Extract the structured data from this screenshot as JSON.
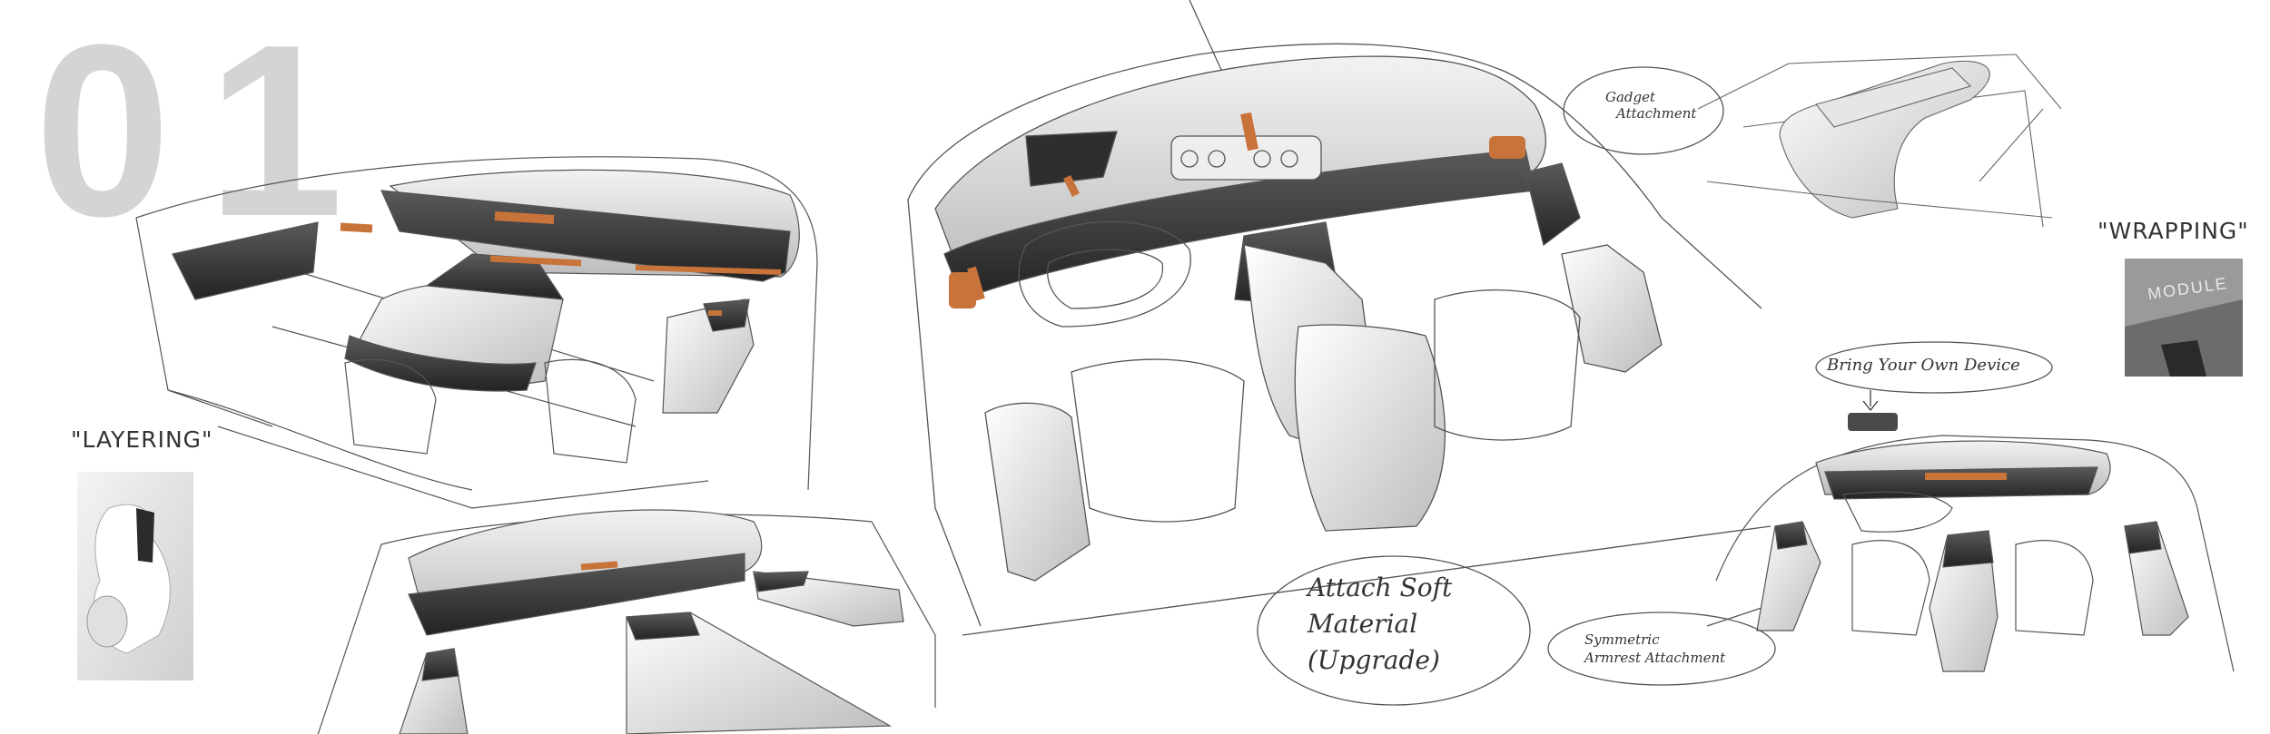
{
  "page_number": "01",
  "labels": {
    "layering": "\"LAYERING\"",
    "wrapping": "\"WRAPPING\"",
    "module_text": "MODULE"
  },
  "annotations": {
    "gadget": [
      "Gadget",
      "Attachment"
    ],
    "byod": "Bring Your Own Device",
    "soft_material": [
      "Attach Soft",
      "Material",
      "(Upgrade)"
    ],
    "armrest": [
      "Symmetric",
      "Armrest  Attachment"
    ]
  },
  "colors": {
    "accent_copper": "#c8733a",
    "dark_panel": "#3b3b3b",
    "light_shell": "#d7d7d7",
    "number_grey": "#d4d4d4"
  }
}
